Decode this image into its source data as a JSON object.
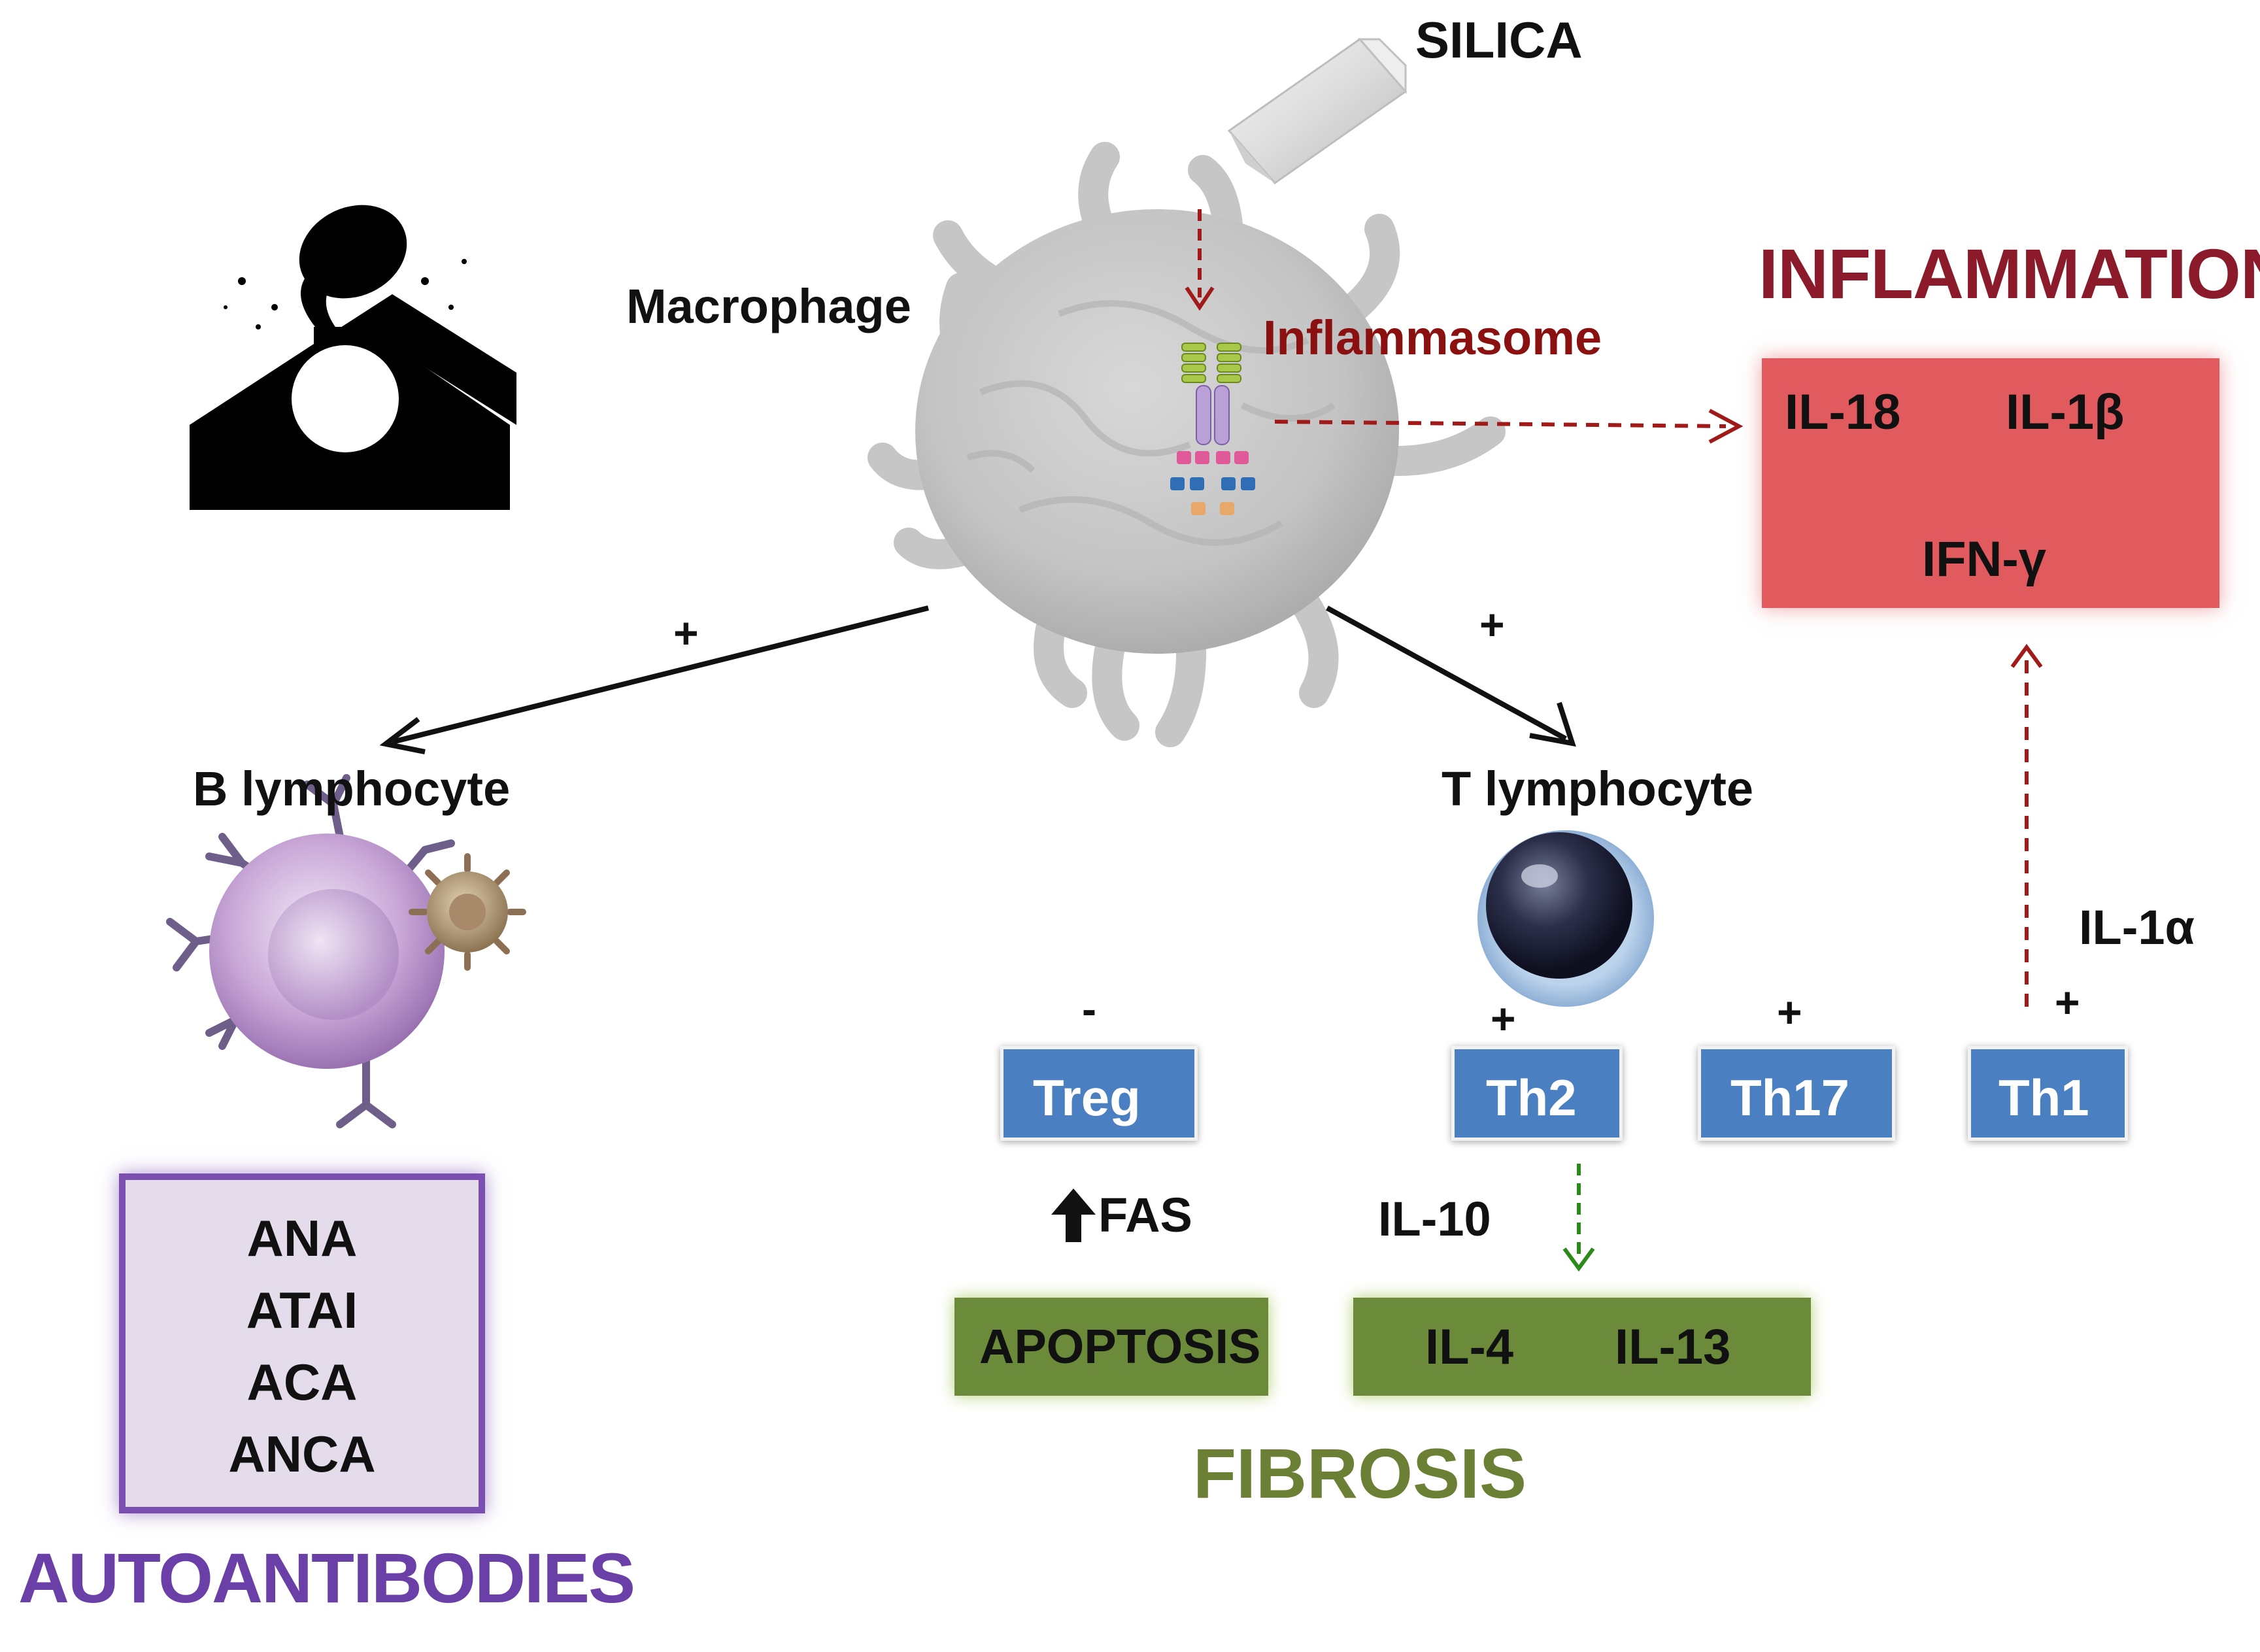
{
  "labels": {
    "silica": "SILICA",
    "macrophage": "Macrophage",
    "inflammasome": "Inflammasome",
    "b_lymphocyte": "B lymphocyte",
    "t_lymphocyte": "T lymphocyte",
    "il_1a": "IL-1α",
    "il_10": "IL-10",
    "fas": "FAS"
  },
  "signs": {
    "macrophage_to_b": "+",
    "macrophage_to_t": "+",
    "treg": "-",
    "th2": "+",
    "th17": "+",
    "th1": "+"
  },
  "inflammation": {
    "title": "INFLAMMATION",
    "cytokines": [
      "IL-18",
      "IL-1β",
      "IFN-γ"
    ]
  },
  "t_cell_subsets": [
    "Treg",
    "Th2",
    "Th17",
    "Th1"
  ],
  "apoptosis": "APOPTOSIS",
  "fibrosis": {
    "title": "FIBROSIS",
    "cytokines": [
      "IL-4",
      "IL-13"
    ]
  },
  "autoantibodies": {
    "title": "AUTOANTIBODIES",
    "items": [
      "ANA",
      "ATAI",
      "ACA",
      "ANCA"
    ]
  },
  "colors": {
    "inflammation_title": "#8b1a2a",
    "inflammation_box": "#e05a5e",
    "inflammasome_text": "#8b1010",
    "dashed_red": "#a01a1a",
    "tcell_box": "#4a7fc1",
    "fibrosis_box": "#6b8a3a",
    "fibrosis_title": "#6b7f35",
    "autoantibody_box": "#e4dcea",
    "autoantibody_border": "#7a4fb0",
    "autoantibody_title": "#6b3fa8",
    "dashed_green": "#2a8a1a"
  }
}
